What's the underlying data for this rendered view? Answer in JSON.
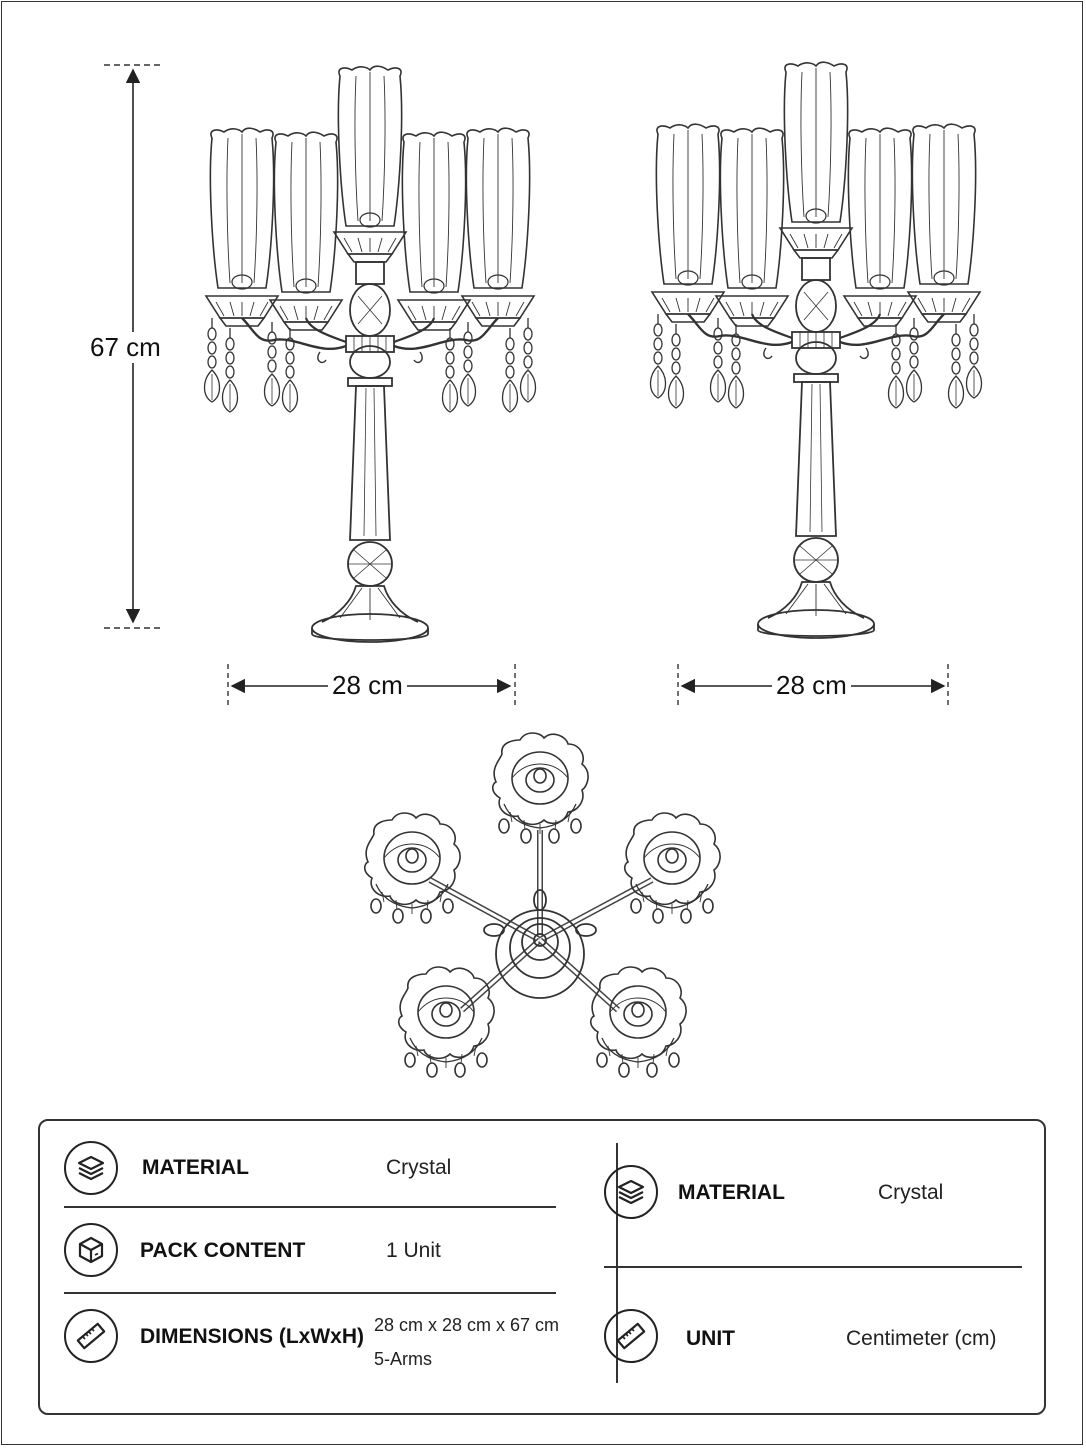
{
  "dimensions": {
    "height_label": "67 cm",
    "width_label_left": "28 cm",
    "width_label_right": "28 cm"
  },
  "specs": {
    "left": [
      {
        "icon": "layers-icon",
        "label": "MATERIAL",
        "value": "Crystal"
      },
      {
        "icon": "box-icon",
        "label": "PACK CONTENT",
        "value": "1 Unit"
      },
      {
        "icon": "ruler-icon",
        "label": "DIMENSIONS (LxWxH)",
        "value": "28 cm x 28 cm x 67 cm",
        "value2": "5-Arms"
      }
    ],
    "right": [
      {
        "icon": "layers-icon",
        "label": "MATERIAL",
        "value": "Crystal"
      },
      {
        "icon": "ruler-icon",
        "label": "UNIT",
        "value": "Centimeter (cm)"
      }
    ]
  },
  "colors": {
    "line": "#333333",
    "background": "#ffffff"
  }
}
